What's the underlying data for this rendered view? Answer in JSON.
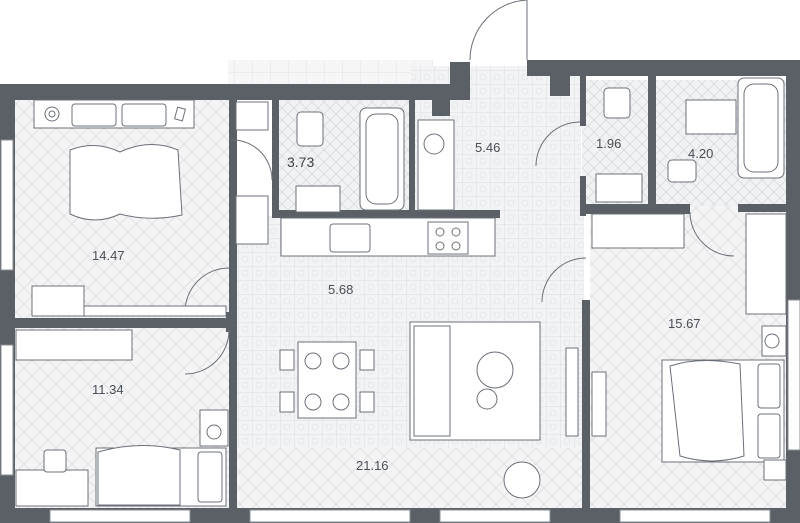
{
  "rooms": [
    {
      "key": "bedroom1",
      "area": "14.47"
    },
    {
      "key": "bath1",
      "area": "3.73"
    },
    {
      "key": "hall",
      "area": "5.46"
    },
    {
      "key": "wc",
      "area": "1.96"
    },
    {
      "key": "bath2",
      "area": "4.20"
    },
    {
      "key": "corridor",
      "area": "5.68"
    },
    {
      "key": "bedroom2",
      "area": "11.34"
    },
    {
      "key": "living",
      "area": "21.16"
    },
    {
      "key": "master",
      "area": "15.67"
    }
  ]
}
